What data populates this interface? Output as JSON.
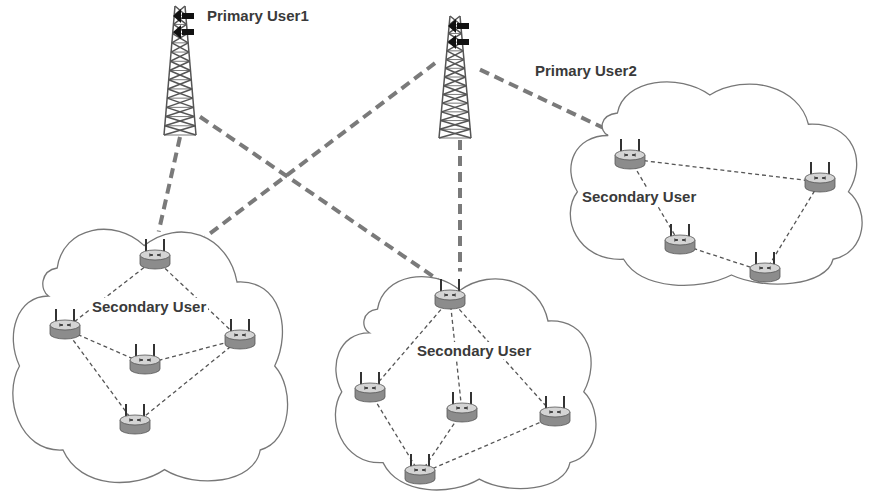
{
  "diagram": {
    "nodes": [
      {
        "text": [
          "Primary User1"
        ]
      },
      {
        "text": [
          "Primary User2"
        ]
      },
      {
        "text": [
          "Secondary User"
        ]
      },
      {
        "text": [
          "Secondary User"
        ]
      },
      {
        "text": [
          "Secondary User"
        ]
      }
    ],
    "edges": [
      {
        "from": 0,
        "to": 2,
        "arrow": "none"
      },
      {
        "from": 0,
        "to": 3,
        "arrow": "none"
      },
      {
        "from": 1,
        "to": 2,
        "arrow": "none"
      },
      {
        "from": 1,
        "to": 3,
        "arrow": "none"
      },
      {
        "from": 1,
        "to": 4,
        "arrow": "none"
      }
    ]
  }
}
